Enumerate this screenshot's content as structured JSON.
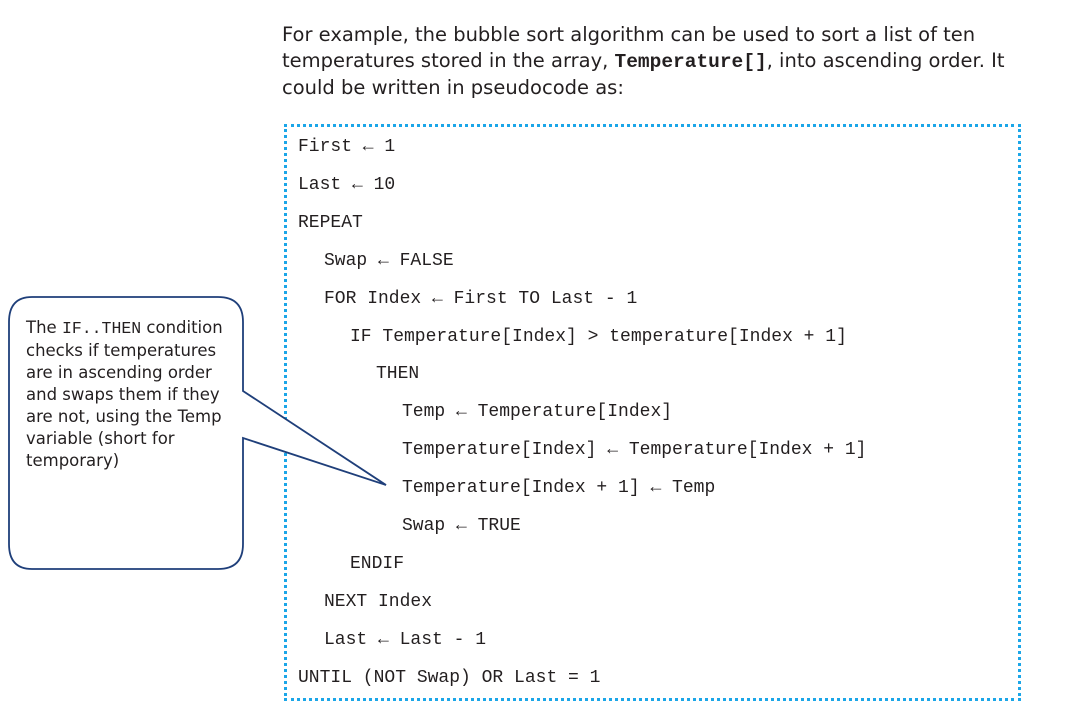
{
  "intro": {
    "part1": "For example, the bubble sort algorithm can be used to sort a list of ten temperatures stored in the array, ",
    "array_name": "Temperature[]",
    "part2": ", into ascending order. It could be written in pseudocode as:"
  },
  "code": [
    {
      "text": "First ← 1",
      "indent": 0
    },
    {
      "text": "Last ← 10",
      "indent": 0
    },
    {
      "text": "REPEAT",
      "indent": 0
    },
    {
      "text": "Swap ← FALSE",
      "indent": 1
    },
    {
      "text": "FOR Index ← First TO Last - 1",
      "indent": 1
    },
    {
      "text": "IF Temperature[Index] > temperature[Index + 1]",
      "indent": 2
    },
    {
      "text": "THEN",
      "indent": 3
    },
    {
      "text": "Temp ← Temperature[Index]",
      "indent": 4
    },
    {
      "text": "Temperature[Index] ← Temperature[Index + 1]",
      "indent": 4
    },
    {
      "text": "Temperature[Index + 1] ← Temp",
      "indent": 4
    },
    {
      "text": "Swap ← TRUE",
      "indent": 4
    },
    {
      "text": "ENDIF",
      "indent": 2
    },
    {
      "text": "NEXT Index",
      "indent": 1
    },
    {
      "text": "Last ← Last - 1",
      "indent": 1
    },
    {
      "text": "UNTIL (NOT Swap) OR Last = 1",
      "indent": 0
    }
  ],
  "callout": {
    "prefix": "The ",
    "keyword": "IF..THEN",
    "suffix": " condition checks if temperatures are in ascending order and swaps them if they are not, using the Temp variable (short for temporary)"
  },
  "colors": {
    "box_border": "#1ba6e8",
    "callout_border": "#1f3f7a",
    "text": "#231f20"
  }
}
